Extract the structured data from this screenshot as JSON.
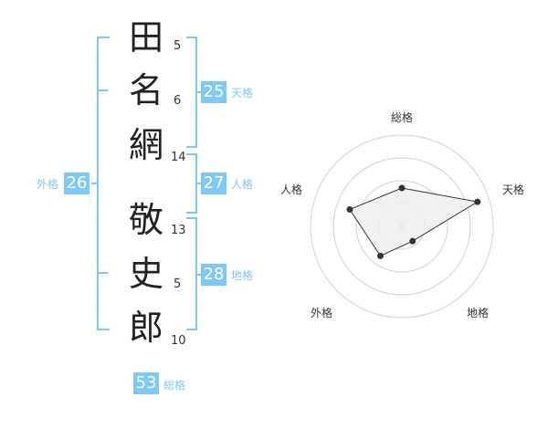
{
  "name": {
    "characters": [
      {
        "char": "田",
        "strokes": "5"
      },
      {
        "char": "名",
        "strokes": "6"
      },
      {
        "char": "網",
        "strokes": "14"
      },
      {
        "char": "敬",
        "strokes": "13"
      },
      {
        "char": "史",
        "strokes": "5"
      },
      {
        "char": "郎",
        "strokes": "10"
      }
    ]
  },
  "scores": {
    "tenkaku": {
      "value": "25",
      "label": "天格"
    },
    "jinkaku": {
      "value": "27",
      "label": "人格"
    },
    "chikaku": {
      "value": "28",
      "label": "地格"
    },
    "gaikaku": {
      "value": "26",
      "label": "外格"
    },
    "soukaku": {
      "value": "53",
      "label": "総格"
    }
  },
  "radar": {
    "labels": {
      "top": "総格",
      "right": "天格",
      "bottom_right": "地格",
      "bottom_left": "外格",
      "left": "人格"
    },
    "axes": [
      "総格",
      "天格",
      "地格",
      "外格",
      "人格"
    ],
    "levels": 4,
    "values": [
      0.42,
      0.87,
      0.2,
      0.4,
      0.6
    ]
  },
  "colors": {
    "accent": "#7ec8f5",
    "radar_fill": "#eeeeee",
    "radar_line": "#333333",
    "ring": "#d0d0d0"
  }
}
